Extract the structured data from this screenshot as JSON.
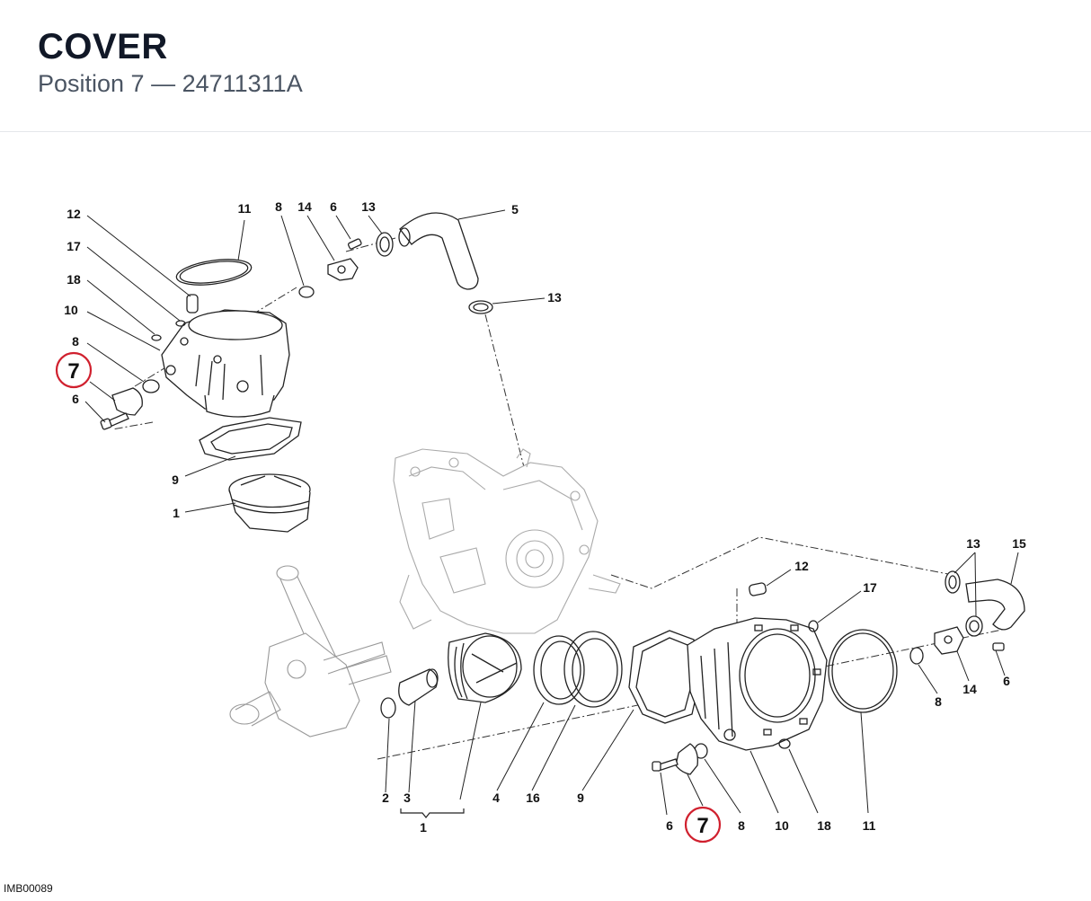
{
  "header": {
    "title": "COVER",
    "subtitle": "Position 7 — 24711311A"
  },
  "highlight": {
    "color": "#d0202e",
    "label": "7"
  },
  "diagram": {
    "labels": {
      "top_12": "12",
      "top_17": "17",
      "top_18": "18",
      "top_10": "10",
      "top_8a": "8",
      "top_6": "6",
      "top_9": "9",
      "top_1": "1",
      "top_11": "11",
      "top_8b": "8",
      "top_14": "14",
      "top_6b": "6",
      "top_13a": "13",
      "top_5": "5",
      "top_13b": "13",
      "bot_12": "12",
      "bot_17": "17",
      "bot_13": "13",
      "bot_15": "15",
      "bot_8r": "8",
      "bot_14": "14",
      "bot_6r": "6",
      "bot_2": "2",
      "bot_3": "3",
      "bot_4": "4",
      "bot_16": "16",
      "bot_9": "9",
      "bot_6": "6",
      "bot_8": "8",
      "bot_10": "10",
      "bot_18": "18",
      "bot_11": "11",
      "bot_1": "1"
    }
  },
  "footer": {
    "code": "IMB00089"
  }
}
